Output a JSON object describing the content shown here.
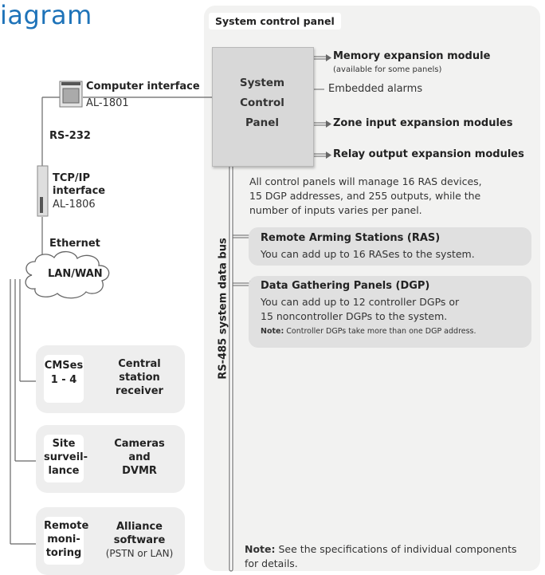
{
  "title": "iagram",
  "panel_tab": "System control panel",
  "scp": {
    "line1": "System",
    "line2": "Control",
    "line3": "Panel"
  },
  "modules": {
    "memory": "Memory expansion module",
    "memory_note": "(available for some panels)",
    "embedded": "Embedded alarms",
    "zone": "Zone input expansion modules",
    "relay": "Relay output expansion modules"
  },
  "description": [
    "All control panels will manage 16 RAS devices,",
    "15 DGP addresses, and 255 outputs, while the",
    "number of inputs varies per panel."
  ],
  "bus_label": "RS-485 system data bus",
  "ras": {
    "title": "Remote Arming Stations (RAS)",
    "text": "You can add up to 16 RASes to the system."
  },
  "dgp": {
    "title": "Data Gathering Panels (DGP)",
    "line1": "You can add up to 12 controller DGPs or",
    "line2": "15 noncontroller DGPs to the system.",
    "note_label": "Note:",
    "note_text": "Controller DGPs take more than one DGP address."
  },
  "bottom_note": {
    "label": "Note:",
    "line1": "See the specifications of individual components",
    "line2": "for details."
  },
  "computer_interface": {
    "title": "Computer interface",
    "model": "AL-1801"
  },
  "rs232": "RS-232",
  "tcpip": {
    "line1": "TCP/IP",
    "line2": "interface",
    "model": "AL-1806"
  },
  "ethernet": "Ethernet",
  "lanwan": "LAN/WAN",
  "groups": [
    {
      "left": [
        "CMSes",
        "1 - 4"
      ],
      "right": [
        "Central",
        "station",
        "receiver"
      ],
      "right_sub": ""
    },
    {
      "left": [
        "Site",
        "surveil-",
        "lance"
      ],
      "right": [
        "Cameras",
        "and",
        "DVMR"
      ],
      "right_sub": ""
    },
    {
      "left": [
        "Remote",
        "moni-",
        "toring"
      ],
      "right": [
        "Alliance",
        "software"
      ],
      "right_sub": "(PSTN or LAN)"
    }
  ]
}
